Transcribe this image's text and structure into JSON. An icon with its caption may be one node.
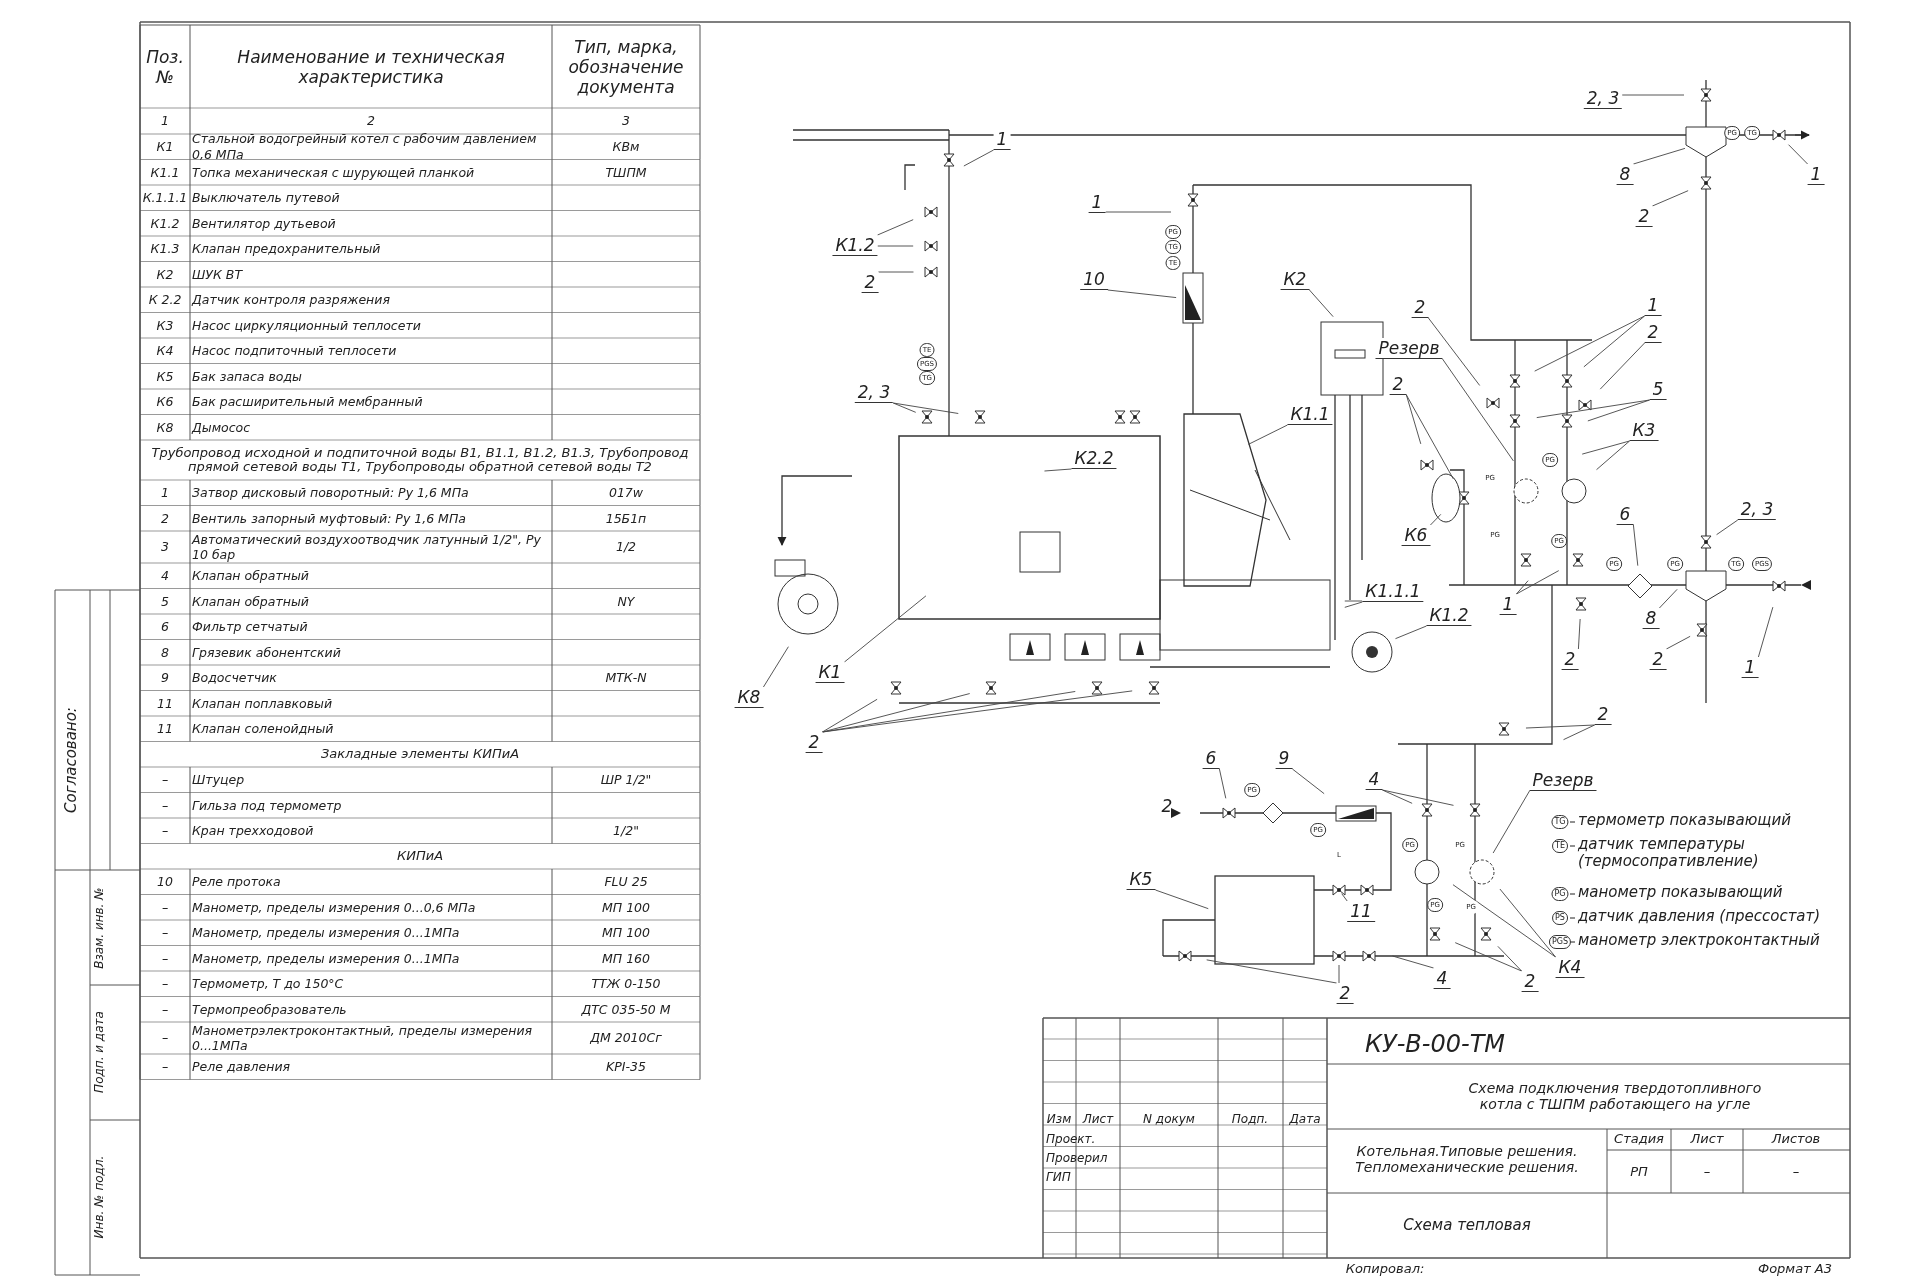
{
  "diagram": {
    "title": "Схема подключения твердотопливного котла с ТШПМ работающего на угле",
    "nodes": [
      {
        "text": [
          "2, 3"
        ]
      },
      {
        "text": [
          "1"
        ]
      },
      {
        "text": [
          "К1.2"
        ]
      },
      {
        "text": [
          "2"
        ]
      },
      {
        "text": [
          "1"
        ]
      },
      {
        "text": [
          "10"
        ]
      },
      {
        "text": [
          "К2"
        ]
      },
      {
        "text": [
          "8"
        ]
      },
      {
        "text": [
          "1"
        ]
      },
      {
        "text": [
          "2"
        ]
      },
      {
        "text": [
          "2, 3"
        ]
      },
      {
        "text": [
          "2"
        ]
      },
      {
        "text": [
          "Резерв"
        ]
      },
      {
        "text": [
          "1"
        ]
      },
      {
        "text": [
          "2"
        ]
      },
      {
        "text": [
          "5"
        ]
      },
      {
        "text": [
          "К3"
        ]
      },
      {
        "text": [
          "2"
        ]
      },
      {
        "text": [
          "К1.1"
        ]
      },
      {
        "text": [
          "К2.2"
        ]
      },
      {
        "text": [
          "К6"
        ]
      },
      {
        "text": [
          "6"
        ]
      },
      {
        "text": [
          "2, 3"
        ]
      },
      {
        "text": [
          "К1.1.1"
        ]
      },
      {
        "text": [
          "1"
        ]
      },
      {
        "text": [
          "К1.2"
        ]
      },
      {
        "text": [
          "8"
        ]
      },
      {
        "text": [
          "К1"
        ]
      },
      {
        "text": [
          "2"
        ]
      },
      {
        "text": [
          "2"
        ]
      },
      {
        "text": [
          "1"
        ]
      },
      {
        "text": [
          "К8"
        ]
      },
      {
        "text": [
          "2"
        ]
      },
      {
        "text": [
          "2"
        ]
      },
      {
        "text": [
          "6"
        ]
      },
      {
        "text": [
          "9"
        ]
      },
      {
        "text": [
          "4"
        ]
      },
      {
        "text": [
          "Резерв"
        ]
      },
      {
        "text": [
          "К5"
        ]
      },
      {
        "text": [
          "11"
        ]
      },
      {
        "text": [
          "2"
        ]
      },
      {
        "text": [
          "4"
        ]
      },
      {
        "text": [
          "2"
        ]
      },
      {
        "text": [
          "К4"
        ]
      }
    ],
    "edges": [
      {
        "from": 0,
        "to": null,
        "arrow": "none"
      },
      {
        "from": 1,
        "to": null,
        "arrow": "none"
      },
      {
        "from": 2,
        "to": null,
        "arrow": "none"
      },
      {
        "from": 2,
        "to": null,
        "arrow": "none"
      },
      {
        "from": 3,
        "to": null,
        "arrow": "none"
      },
      {
        "from": 4,
        "to": null,
        "arrow": "none"
      },
      {
        "from": 5,
        "to": null,
        "arrow": "none"
      },
      {
        "from": 6,
        "to": null,
        "arrow": "none"
      },
      {
        "from": 7,
        "to": null,
        "arrow": "none"
      },
      {
        "from": 8,
        "to": null,
        "arrow": "none"
      },
      {
        "from": 9,
        "to": null,
        "arrow": "none"
      },
      {
        "from": 10,
        "to": null,
        "arrow": "none"
      },
      {
        "from": 10,
        "to": null,
        "arrow": "none"
      },
      {
        "from": 11,
        "to": null,
        "arrow": "none"
      },
      {
        "from": 12,
        "to": null,
        "arrow": "none"
      },
      {
        "from": 13,
        "to": null,
        "arrow": "none"
      },
      {
        "from": 13,
        "to": null,
        "arrow": "none"
      },
      {
        "from": 14,
        "to": null,
        "arrow": "none"
      },
      {
        "from": 15,
        "to": null,
        "arrow": "none"
      },
      {
        "from": 15,
        "to": null,
        "arrow": "none"
      },
      {
        "from": 16,
        "to": null,
        "arrow": "none"
      },
      {
        "from": 16,
        "to": null,
        "arrow": "none"
      },
      {
        "from": 17,
        "to": null,
        "arrow": "none"
      },
      {
        "from": 17,
        "to": null,
        "arrow": "none"
      },
      {
        "from": 18,
        "to": null,
        "arrow": "none"
      },
      {
        "from": 19,
        "to": null,
        "arrow": "none"
      },
      {
        "from": 20,
        "to": null,
        "arrow": "none"
      },
      {
        "from": 21,
        "to": null,
        "arrow": "none"
      },
      {
        "from": 22,
        "to": null,
        "arrow": "none"
      },
      {
        "from": 23,
        "to": null,
        "arrow": "none"
      },
      {
        "from": 23,
        "to": null,
        "arrow": "none"
      },
      {
        "from": 24,
        "to": null,
        "arrow": "none"
      },
      {
        "from": 24,
        "to": null,
        "arrow": "none"
      },
      {
        "from": 25,
        "to": null,
        "arrow": "none"
      },
      {
        "from": 26,
        "to": null,
        "arrow": "none"
      },
      {
        "from": 27,
        "to": null,
        "arrow": "none"
      },
      {
        "from": 28,
        "to": null,
        "arrow": "none"
      },
      {
        "from": 29,
        "to": null,
        "arrow": "none"
      },
      {
        "from": 30,
        "to": null,
        "arrow": "none"
      },
      {
        "from": 31,
        "to": null,
        "arrow": "none"
      },
      {
        "from": 32,
        "to": null,
        "arrow": "none"
      },
      {
        "from": 32,
        "to": null,
        "arrow": "none"
      },
      {
        "from": 32,
        "to": null,
        "arrow": "none"
      },
      {
        "from": 32,
        "to": null,
        "arrow": "none"
      },
      {
        "from": 33,
        "to": null,
        "arrow": "none"
      },
      {
        "from": 33,
        "to": null,
        "arrow": "none"
      },
      {
        "from": 34,
        "to": null,
        "arrow": "none"
      },
      {
        "from": 35,
        "to": null,
        "arrow": "none"
      },
      {
        "from": 36,
        "to": null,
        "arrow": "none"
      },
      {
        "from": 36,
        "to": null,
        "arrow": "none"
      },
      {
        "from": 37,
        "to": null,
        "arrow": "none"
      },
      {
        "from": 38,
        "to": null,
        "arrow": "none"
      },
      {
        "from": 39,
        "to": null,
        "arrow": "none"
      },
      {
        "from": 40,
        "to": null,
        "arrow": "none"
      },
      {
        "from": 40,
        "to": null,
        "arrow": "none"
      },
      {
        "from": 41,
        "to": null,
        "arrow": "none"
      },
      {
        "from": 42,
        "to": null,
        "arrow": "none"
      },
      {
        "from": 42,
        "to": null,
        "arrow": "none"
      },
      {
        "from": 43,
        "to": null,
        "arrow": "none"
      },
      {
        "from": 43,
        "to": null,
        "arrow": "none"
      }
    ],
    "labels": [
      "Поз. №",
      "Наименование и техническая характеристика",
      "Тип, марка, обозначение документа",
      "1",
      "2",
      "3",
      "К1",
      "Стальной водогрейный котел с рабочим давлением 0,6 МПа",
      "КВм",
      "К1.1",
      "Топка механическая с шурующей планкой",
      "ТШПМ",
      "К.1.1.1",
      "Выключатель путевой",
      "К1.2",
      "Вентилятор дутьевой",
      "К1.3",
      "Клапан предохранительный",
      "К2",
      "ШУК ВТ",
      "К 2.2",
      "Датчик контроля разряжения",
      "К3",
      "Насос циркуляционный теплосети",
      "К4",
      "Насос подпиточный теплосети",
      "К5",
      "Бак запаса воды",
      "К6",
      "Бак расширительный мембранный",
      "К8",
      "Дымосос",
      "Трубопровод исходной и подпиточной воды В1, В1.1, В1.2, В1.3, Трубопровод прямой сетевой воды Т1, Трубопроводы обратной сетевой воды Т2",
      "1",
      "Затвор дисковый поворотный: Ру 1,6 МПа",
      "017w",
      "2",
      "Вентиль запорный муфтовый: Ру 1,6 МПа",
      "15Б1п",
      "3",
      "Автоматический воздухоотводчик латунный 1/2\", Ру 10 бар",
      "1/2",
      "4",
      "Клапан обратный",
      "5",
      "Клапан обратный",
      "NY",
      "6",
      "Фильтр сетчатый",
      "8",
      "Грязевик абонентский",
      "9",
      "Водосчетчик",
      "МТК-N",
      "11",
      "Клапан поплавковый",
      "11",
      "Клапан соленойдный",
      "Закладные элементы КИПиА",
      "–",
      "Штуцер",
      "ШР 1/2\"",
      "–",
      "Гильза под термометр",
      "–",
      "Кран трехходовой",
      "1/2\"",
      "КИПиА",
      "10",
      "Реле протока",
      "FLU 25",
      "–",
      "Манометр, пределы измерения 0...0,6 МПа",
      "МП 100",
      "–",
      "Манометр, пределы измерения 0...1МПа",
      "МП 100",
      "–",
      "Манометр, пределы измерения 0...1МПа",
      "МП 160",
      "–",
      "Термометр, Т до 150°С",
      "ТТЖ 0-150",
      "–",
      "Термопреобразователь",
      "ДТС 035-50 М",
      "–",
      "Манометрэлектроконтактный, пределы измерения 0...1МПа",
      "ДМ 2010Сг",
      "–",
      "Реле давления",
      "KPI-35",
      "КУ-В-00-ТМ",
      "Изм",
      "Лист",
      "N докум",
      "Подп.",
      "Дата",
      "Проект.",
      "Проверил",
      "ГИП",
      "Котельная.Типовые решения. Тепломеханические решения.",
      "Стадия",
      "Лист",
      "Листов",
      "РП",
      "–",
      "–",
      "Схема тепловая",
      "Копировал:",
      "Формат А3",
      "Согласовано:",
      "Взам. инв. №",
      "Подп. и дата",
      "Инв. № подл.",
      "2",
      "PG",
      "TG",
      "TE",
      "PGS",
      "TG",
      "PG",
      "TG",
      "TE",
      "PG",
      "PG",
      "PG",
      "PG",
      "PG",
      "PG",
      "TG",
      "PGS",
      "PG",
      "PG",
      "PG",
      "PG",
      "PG",
      "PG",
      "L",
      "TG",
      "TE",
      "PG",
      "PS",
      "PGS"
    ],
    "legend": [
      {
        "text": "термометр показывающий"
      },
      {
        "text": "датчик температуры (термосопративление)"
      },
      {
        "text": "манометр показывающий"
      },
      {
        "text": "датчик давления (прессостат)"
      },
      {
        "text": "манометр электроконтактный"
      }
    ]
  }
}
